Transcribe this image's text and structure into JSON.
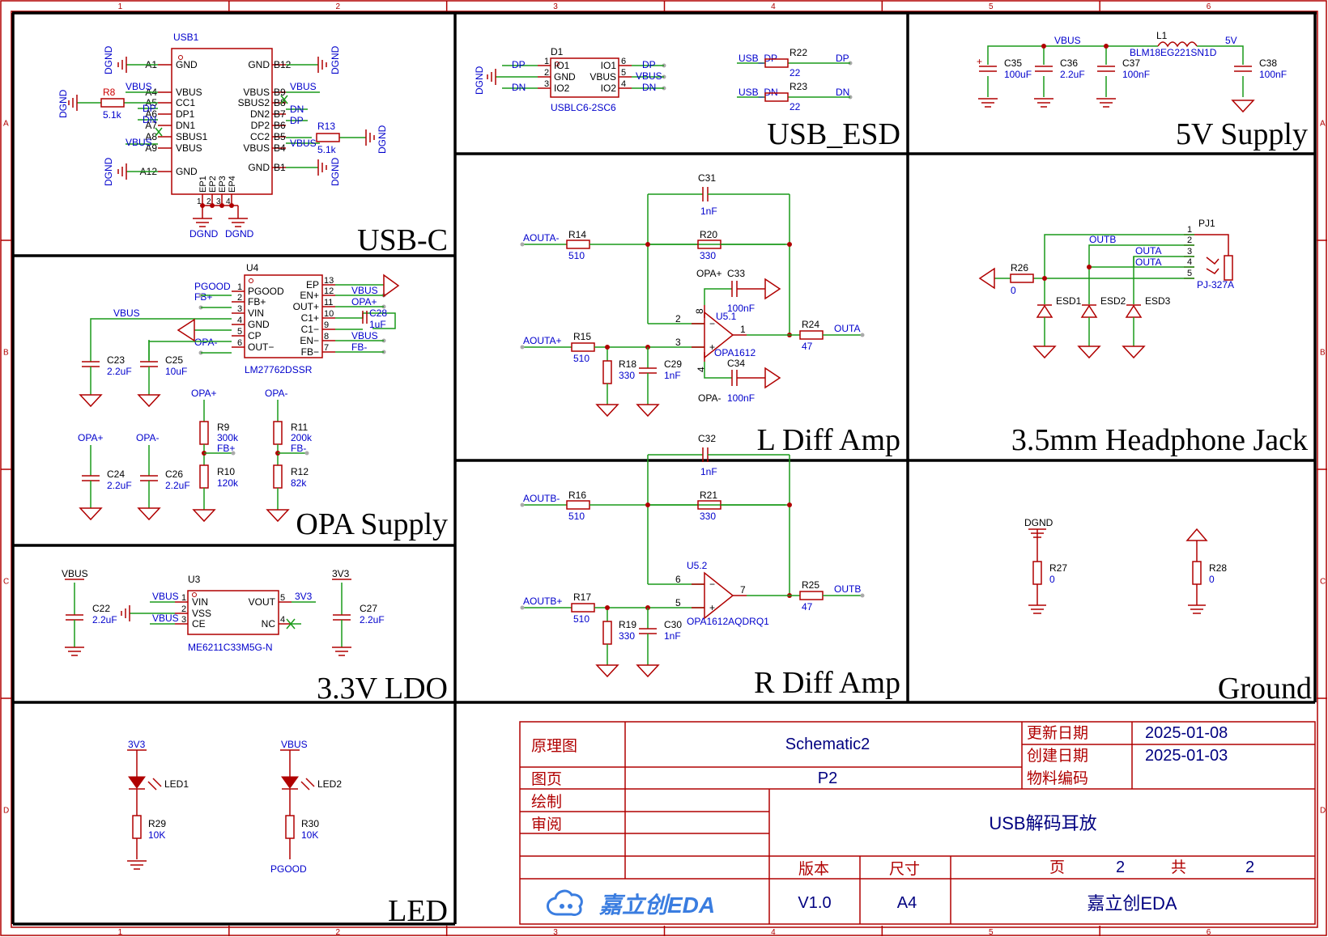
{
  "frame": {
    "col_labels": [
      "1",
      "2",
      "3",
      "4",
      "5",
      "6"
    ],
    "row_labels": [
      "A",
      "B",
      "C",
      "D"
    ],
    "colors": {
      "border": "#b00000",
      "wire": "#1a9a1a",
      "part": "#b00000",
      "netlabel": "#0000cc",
      "block": "#000000"
    }
  },
  "blocks": {
    "usbc": "USB-C",
    "usb_esd": "USB_ESD",
    "supply5v": "5V Supply",
    "opa_supply": "OPA Supply",
    "l_diff": "L Diff Amp",
    "r_diff": "R Diff Amp",
    "headphone": "3.5mm Headphone Jack",
    "ldo": "3.3V LDO",
    "ground": "Ground",
    "led": "LED"
  },
  "usbc": {
    "ref": "USB1",
    "left_pins": [
      {
        "num": "A1",
        "name": "GND"
      },
      {
        "num": "A4",
        "name": "VBUS"
      },
      {
        "num": "A5",
        "name": "CC1"
      },
      {
        "num": "A6",
        "name": "DP1"
      },
      {
        "num": "A7",
        "name": "DN1"
      },
      {
        "num": "A8",
        "name": "SBUS1"
      },
      {
        "num": "A9",
        "name": "VBUS"
      },
      {
        "num": "A12",
        "name": "GND"
      }
    ],
    "right_pins": [
      {
        "num": "B12",
        "name": "GND"
      },
      {
        "num": "B9",
        "name": "VBUS"
      },
      {
        "num": "B8",
        "name": "SBUS2"
      },
      {
        "num": "B7",
        "name": "DN2"
      },
      {
        "num": "B6",
        "name": "DP2"
      },
      {
        "num": "B5",
        "name": "CC2"
      },
      {
        "num": "B4",
        "name": "VBUS"
      },
      {
        "num": "B1",
        "name": "GND"
      }
    ],
    "ep_pins": [
      "EP1",
      "EP2",
      "EP3",
      "EP4"
    ],
    "ep_nums": [
      "1",
      "2",
      "3",
      "4"
    ],
    "left_nets": [
      "VBUS",
      "DP",
      "DN",
      "VBUS"
    ],
    "right_nets": [
      "VBUS",
      "DN",
      "DP",
      "VBUS"
    ],
    "r8": {
      "ref": "R8",
      "value": "5.1k"
    },
    "r13": {
      "ref": "R13",
      "value": "5.1k"
    },
    "gnd": "DGND"
  },
  "esd": {
    "ref": "D1",
    "part": "USBLC6-2SC6",
    "pins_left": [
      {
        "num": "1",
        "name": "IO1"
      },
      {
        "num": "2",
        "name": "GND"
      },
      {
        "num": "3",
        "name": "IO2"
      }
    ],
    "pins_right": [
      {
        "num": "6",
        "name": "IO1"
      },
      {
        "num": "5",
        "name": "VBUS"
      },
      {
        "num": "4",
        "name": "IO2"
      }
    ],
    "nets_left": [
      "DP",
      "DN"
    ],
    "nets_right": [
      "DP",
      "VBUS",
      "DN"
    ],
    "r22": {
      "ref": "R22",
      "value": "22",
      "net_in": "USB_DP",
      "net_out": "DP"
    },
    "r23": {
      "ref": "R23",
      "value": "22",
      "net_in": "USB_DN",
      "net_out": "DN"
    },
    "gnd": "DGND"
  },
  "supply5v": {
    "vbus": "VBUS",
    "out": "5V",
    "l1": {
      "ref": "L1",
      "part": "BLM18EG221SN1D"
    },
    "caps": [
      {
        "ref": "C35",
        "value": "100uF"
      },
      {
        "ref": "C36",
        "value": "2.2uF"
      },
      {
        "ref": "C37",
        "value": "100nF"
      },
      {
        "ref": "C38",
        "value": "100nF"
      }
    ]
  },
  "opa_supply": {
    "ref": "U4",
    "part": "LM27762DSSR",
    "left_pins": [
      {
        "num": "1",
        "name": "PGOOD",
        "net": "PGOOD"
      },
      {
        "num": "2",
        "name": "FB+",
        "net": "FB+"
      },
      {
        "num": "3",
        "name": "VIN",
        "net": ""
      },
      {
        "num": "4",
        "name": "GND",
        "net": ""
      },
      {
        "num": "5",
        "name": "CP",
        "net": ""
      },
      {
        "num": "6",
        "name": "OUT−",
        "net": "OPA-"
      }
    ],
    "right_pins": [
      {
        "num": "13",
        "name": "EP",
        "net": ""
      },
      {
        "num": "12",
        "name": "EN+",
        "net": "VBUS"
      },
      {
        "num": "11",
        "name": "OUT+",
        "net": "OPA+"
      },
      {
        "num": "10",
        "name": "C1+",
        "net": ""
      },
      {
        "num": "9",
        "name": "C1−",
        "net": ""
      },
      {
        "num": "8",
        "name": "EN−",
        "net": "VBUS"
      },
      {
        "num": "7",
        "name": "FB−",
        "net": "FB-"
      }
    ],
    "vbus": "VBUS",
    "c28": {
      "ref": "C28",
      "value": "1uF"
    },
    "c23": {
      "ref": "C23",
      "value": "2.2uF"
    },
    "c25": {
      "ref": "C25",
      "value": "10uF"
    },
    "c24": {
      "ref": "C24",
      "value": "2.2uF",
      "net": "OPA+"
    },
    "c26": {
      "ref": "C26",
      "value": "2.2uF",
      "net": "OPA-"
    },
    "r9": {
      "ref": "R9",
      "value": "300k"
    },
    "r10": {
      "ref": "R10",
      "value": "120k"
    },
    "r11": {
      "ref": "R11",
      "value": "200k"
    },
    "r12": {
      "ref": "R12",
      "value": "82k"
    },
    "div_nets": [
      "OPA+",
      "FB+",
      "OPA-",
      "FB-"
    ]
  },
  "l_amp": {
    "in_minus": "AOUTA-",
    "in_plus": "AOUTA+",
    "out": "OUTA",
    "r14": {
      "ref": "R14",
      "value": "510"
    },
    "r15": {
      "ref": "R15",
      "value": "510"
    },
    "r20": {
      "ref": "R20",
      "value": "330"
    },
    "r18": {
      "ref": "R18",
      "value": "330"
    },
    "r24": {
      "ref": "R24",
      "value": "47"
    },
    "c31": {
      "ref": "C31",
      "value": "1nF"
    },
    "c29": {
      "ref": "C29",
      "value": "1nF"
    },
    "c33": {
      "ref": "C33",
      "value": "100nF",
      "net": "OPA+"
    },
    "c34": {
      "ref": "C34",
      "value": "100nF",
      "net": "OPA-"
    },
    "u": {
      "ref": "U5.1",
      "part": "OPA1612",
      "pins": [
        "2",
        "3",
        "1",
        "8",
        "4"
      ]
    }
  },
  "r_amp": {
    "in_minus": "AOUTB-",
    "in_plus": "AOUTB+",
    "out": "OUTB",
    "r16": {
      "ref": "R16",
      "value": "510"
    },
    "r17": {
      "ref": "R17",
      "value": "510"
    },
    "r21": {
      "ref": "R21",
      "value": "330"
    },
    "r19": {
      "ref": "R19",
      "value": "330"
    },
    "r25": {
      "ref": "R25",
      "value": "47"
    },
    "c32": {
      "ref": "C32",
      "value": "1nF"
    },
    "c30": {
      "ref": "C30",
      "value": "1nF"
    },
    "u": {
      "ref": "U5.2",
      "part": "OPA1612AQDRQ1",
      "pins": [
        "6",
        "5",
        "7"
      ]
    }
  },
  "jack": {
    "ref": "PJ1",
    "part": "PJ-327A",
    "pin_nums": [
      "1",
      "2",
      "3",
      "4",
      "5"
    ],
    "nets": [
      "OUTB",
      "OUTA",
      "OUTA"
    ],
    "r26": {
      "ref": "R26",
      "value": "0"
    },
    "esd": [
      "ESD1",
      "ESD2",
      "ESD3"
    ]
  },
  "ldo": {
    "ref": "U3",
    "part": "ME6211C33M5G-N",
    "left_pins": [
      {
        "num": "1",
        "name": "VIN",
        "net": "VBUS"
      },
      {
        "num": "2",
        "name": "VSS",
        "net": ""
      },
      {
        "num": "3",
        "name": "CE",
        "net": "VBUS"
      }
    ],
    "right_pins": [
      {
        "num": "5",
        "name": "VOUT",
        "net": "3V3"
      },
      {
        "num": "4",
        "name": "NC",
        "net": ""
      }
    ],
    "vbus": "VBUS",
    "v3": "3V3",
    "c22": {
      "ref": "C22",
      "value": "2.2uF"
    },
    "c27": {
      "ref": "C27",
      "value": "2.2uF"
    }
  },
  "ground_block": {
    "dgnd": "DGND",
    "r27": {
      "ref": "R27",
      "value": "0"
    },
    "r28": {
      "ref": "R28",
      "value": "0"
    }
  },
  "led_block": {
    "led1": {
      "ref": "LED1",
      "net": "3V3"
    },
    "led2": {
      "ref": "LED2",
      "net": "VBUS"
    },
    "r29": {
      "ref": "R29",
      "value": "10K"
    },
    "r30": {
      "ref": "R30",
      "value": "10K"
    },
    "pgood": "PGOOD"
  },
  "title_block": {
    "schematic_label": "原理图",
    "schematic_name": "Schematic2",
    "update_label": "更新日期",
    "update_date": "2025-01-08",
    "create_label": "创建日期",
    "create_date": "2025-01-03",
    "page_label": "图页",
    "page_value": "P2",
    "part_code_label": "物料编码",
    "draw_label": "绘制",
    "review_label": "审阅",
    "project": "USB解码耳放",
    "version_label": "版本",
    "size_label": "尺寸",
    "page_word": "页",
    "page_num": "2",
    "total_word": "共",
    "total_num": "2",
    "version": "V1.0",
    "size": "A4",
    "logo_text": "嘉立创EDA",
    "company": "嘉立创EDA"
  }
}
